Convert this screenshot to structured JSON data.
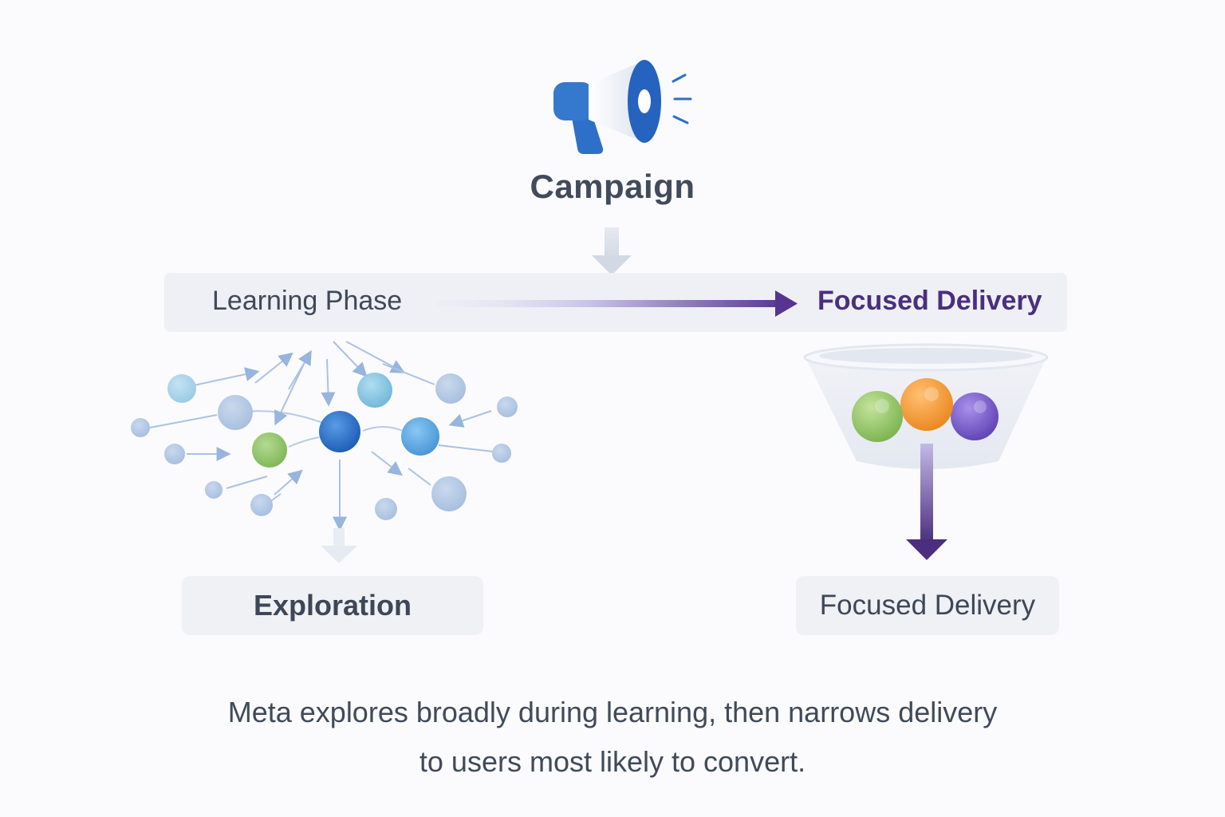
{
  "campaign": {
    "title": "Campaign",
    "icon": "megaphone-icon"
  },
  "phase_bar": {
    "start_label": "Learning Phase",
    "end_label": "Focused Delivery"
  },
  "exploration": {
    "label": "Exploration",
    "icon": "network-graph-icon"
  },
  "focused": {
    "label": "Focused Delivery",
    "icon": "funnel-icon"
  },
  "caption": {
    "line1": "Meta explores broadly during learning, then narrows delivery",
    "line2": "to users most likely to convert."
  },
  "colors": {
    "megaphone_blue": "#2e6fc7",
    "focused_purple": "#4b2f7e",
    "node_green": "#8bbf62",
    "node_orange": "#f2952f",
    "node_purple": "#7656c4",
    "node_blue": "#2f6fca"
  }
}
